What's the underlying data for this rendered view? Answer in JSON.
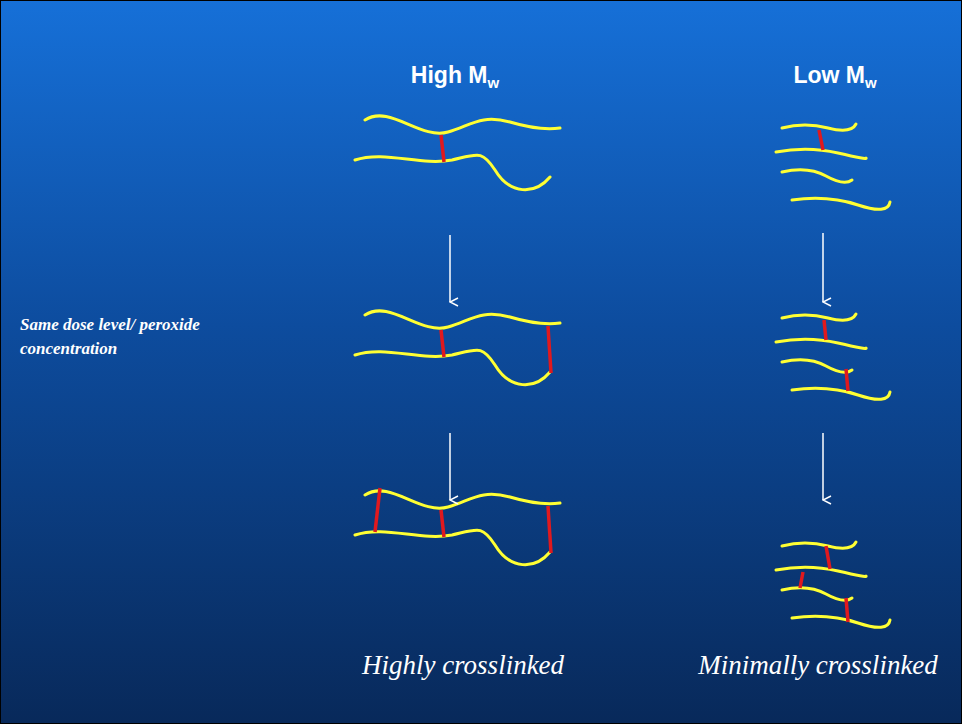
{
  "diagram": {
    "labels": [
      "High Mw",
      "Low Mw",
      "Same dose level/ peroxide concentration",
      "Highly crosslinked",
      "Minimally crosslinked"
    ]
  }
}
